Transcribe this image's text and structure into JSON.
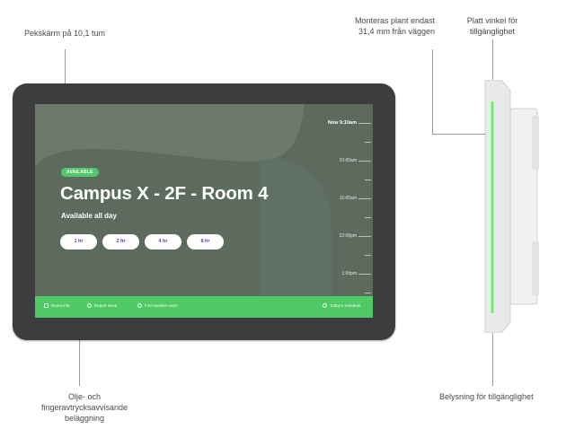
{
  "annotations": {
    "touchscreen": "Pekskärm på 10,1 tum",
    "coating_line1": "Olje- och",
    "coating_line2": "fingeravtrycksavvisande",
    "coating_line3": "beläggning",
    "mount_line1": "Monteras plant endast",
    "mount_line2": "31,4 mm från väggen",
    "angle_line1": "Platt vinkel för",
    "angle_line2": "tillgänglighet",
    "lighting": "Belysning för tillgänglighet"
  },
  "screen": {
    "badge": "AVAILABLE",
    "room_title": "Campus X - 2F - Room 4",
    "room_subtitle": "Available all day",
    "durations": [
      "1 hr",
      "2 hr",
      "4 hr",
      "8 hr"
    ],
    "timeline": {
      "now": "Now 9:10am",
      "times": [
        "10:00am",
        "11:00am",
        "12:00pm",
        "1:00pm"
      ]
    },
    "bottom_bar": {
      "room_info": "Room info",
      "report_issue": "Report issue",
      "find_room": "Find another room",
      "schedule": "Today's schedule"
    }
  },
  "colors": {
    "screen_bg": "#5c6b5d",
    "accent_green": "#4fc965",
    "button_text": "#5b3fa9",
    "bezel": "#3b3d3f"
  }
}
